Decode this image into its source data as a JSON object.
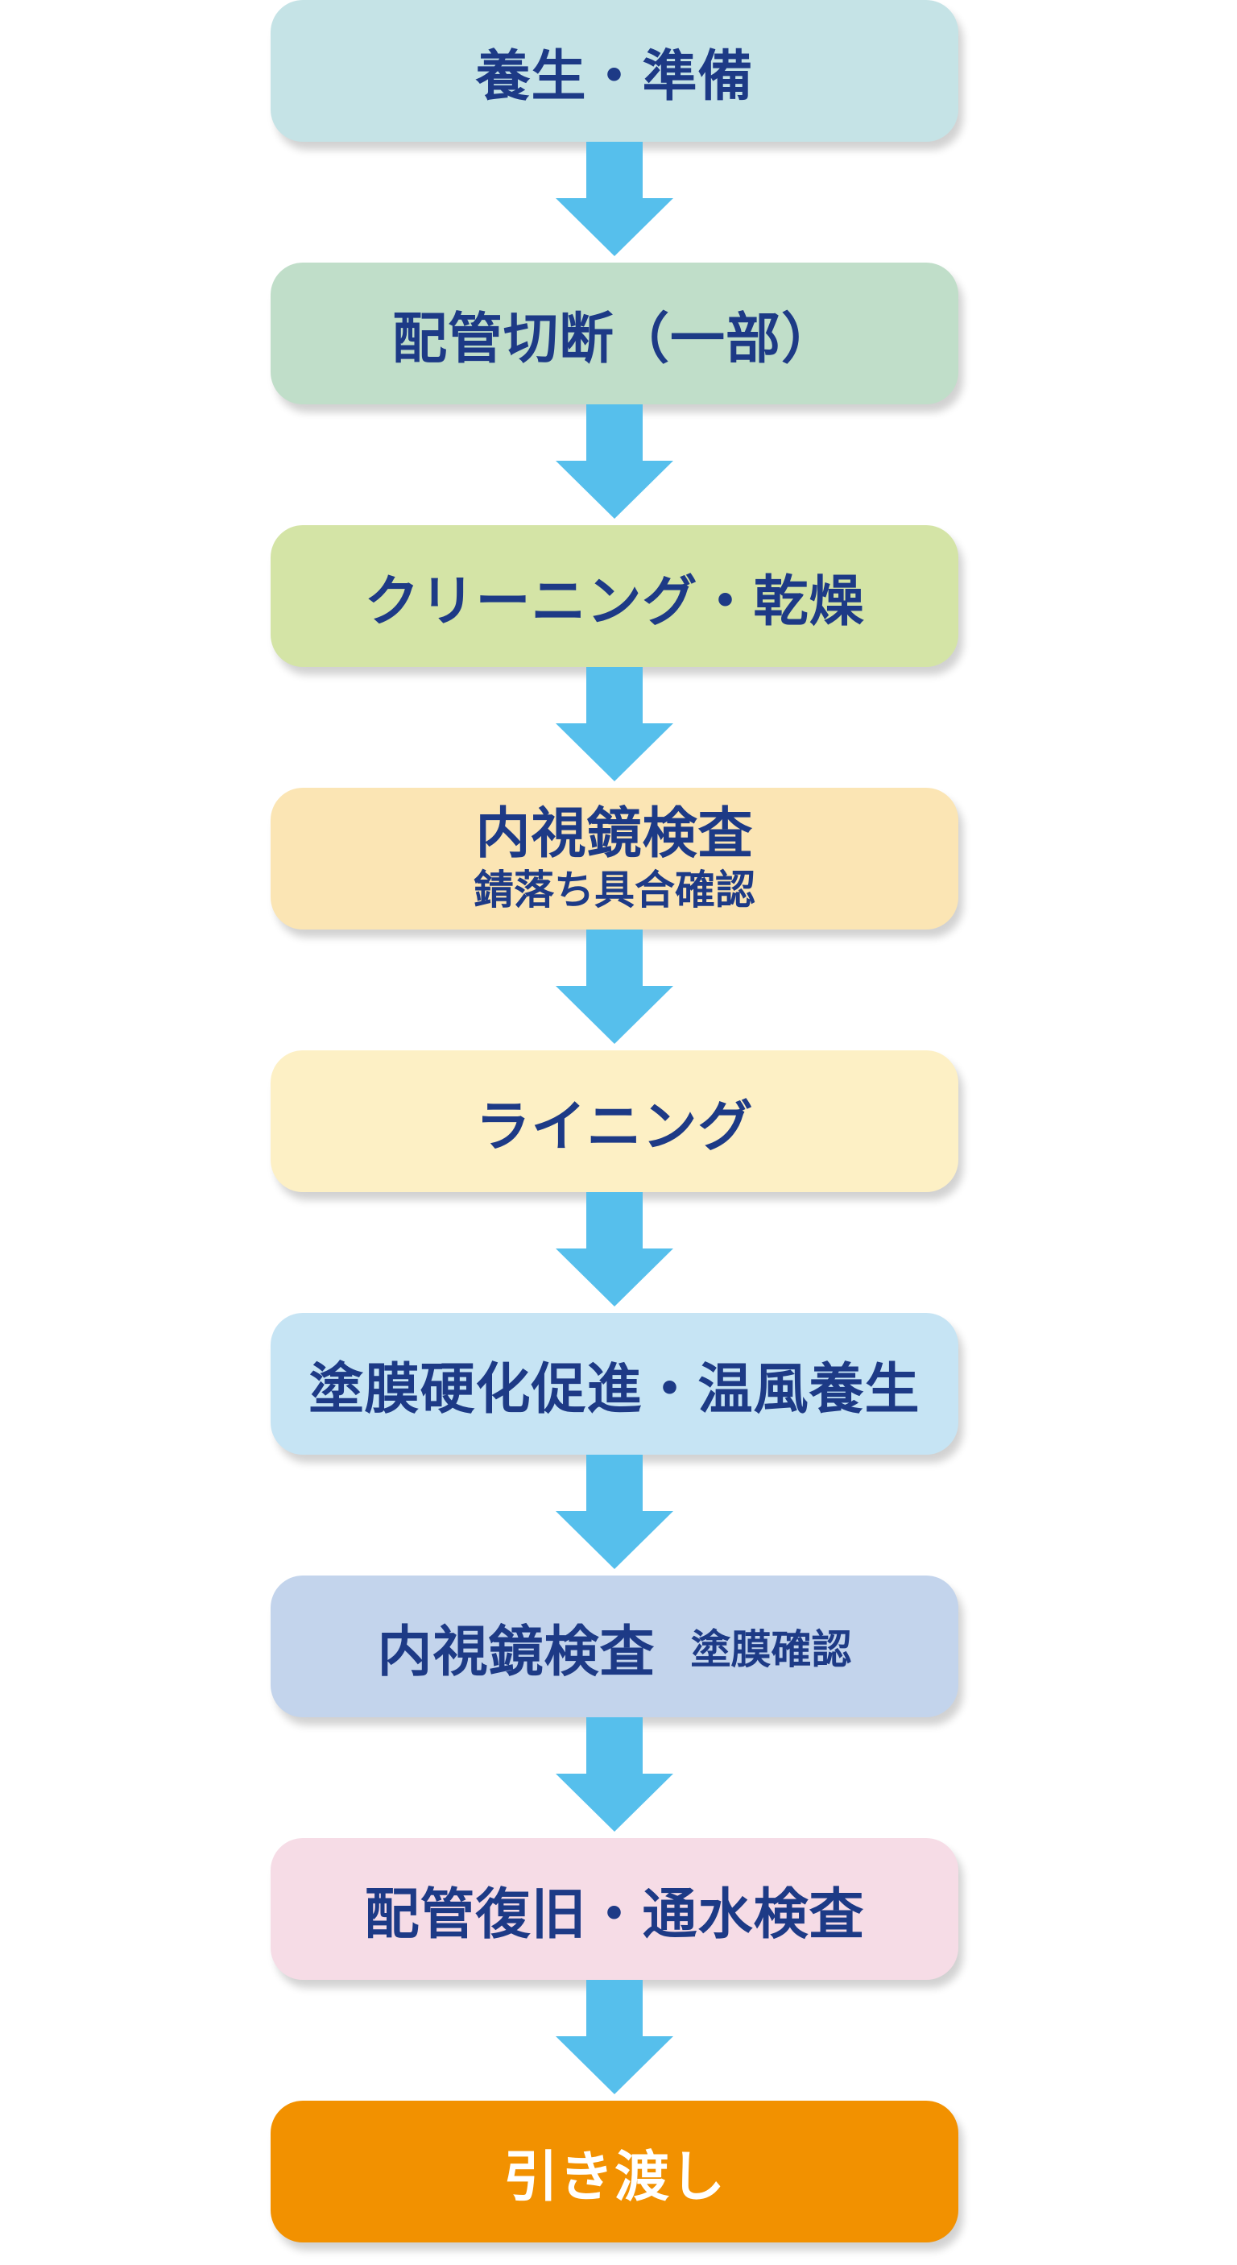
{
  "steps": [
    {
      "label": "養生・準備",
      "color": "#c5e3e6"
    },
    {
      "label": "配管切断（一部）",
      "color": "#c0dec9"
    },
    {
      "label": "クリーニング・乾燥",
      "color": "#d4e4a6"
    },
    {
      "label": "内視鏡検査",
      "sub": "錆落ち具合確認",
      "color": "#fbe5b4"
    },
    {
      "label": "ライニング",
      "color": "#fdf0c5"
    },
    {
      "label": "塗膜硬化促進・温風養生",
      "color": "#c6e4f4"
    },
    {
      "label": "内視鏡検査",
      "sub": "塗膜確認",
      "color": "#c3d4ec"
    },
    {
      "label": "配管復旧・通水検査",
      "color": "#f6dce6"
    },
    {
      "label": "引き渡し",
      "color": "#f29100"
    }
  ],
  "colors": {
    "arrow": "#56bfec",
    "text": "#1d3a86",
    "final_text": "#ffffff"
  }
}
